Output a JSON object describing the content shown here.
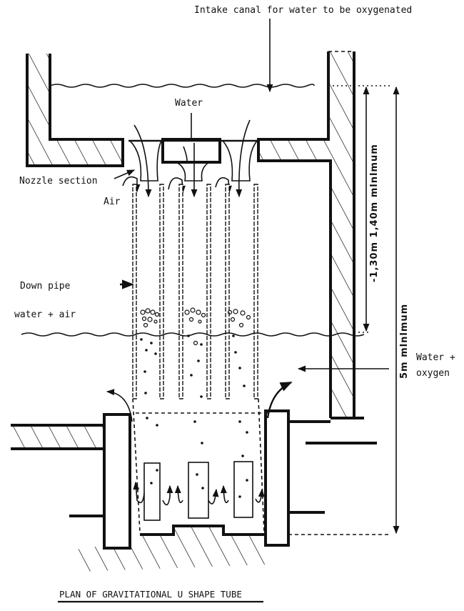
{
  "diagram": {
    "title": "PLAN OF GRAVITATIONAL U SHAPE TUBE",
    "labels": {
      "intake": "Intake canal for water to be oxygenated",
      "water": "Water",
      "nozzle_section": "Nozzle section",
      "air": "Air",
      "down_pipe": "Down pipe",
      "water_air": "water + air",
      "water_oxygen_1": "Water +",
      "water_oxygen_2": "oxygen"
    },
    "dimensions": {
      "depth_range": "-1,30m  1,40m mlnlmum",
      "total_depth": "5m mlnlmum"
    },
    "tube_count": 3,
    "colors": {
      "ink": "#111111",
      "paper": "#ffffff"
    }
  }
}
